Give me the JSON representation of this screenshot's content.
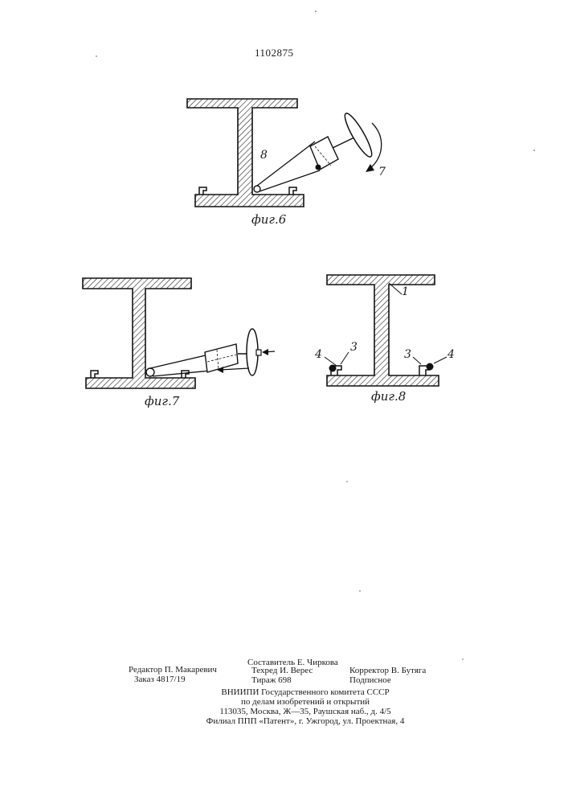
{
  "patent_number": "1102875",
  "figures": {
    "fig6": {
      "label": "фиг.6",
      "marks": {
        "part8": "8",
        "arrow7": "7"
      }
    },
    "fig7": {
      "label": "фиг.7"
    },
    "fig8": {
      "label": "фиг.8",
      "marks": {
        "p1": "1",
        "p3a": "3",
        "p3b": "3",
        "p4a": "4",
        "p4b": "4"
      }
    }
  },
  "credits": {
    "compiler": "Составитель Е. Чиркова",
    "editor": "Редактор П. Макаревич",
    "techred": "Техред И. Верес",
    "corrector": "Корректор В. Бутяга",
    "order": "Заказ 4817/19",
    "circulation": "Тираж 698",
    "subscription": "Подписное"
  },
  "publisher": {
    "line1": "ВНИИПИ Государственного комитета СССР",
    "line2": "по делам изобретений и открытий",
    "line3": "113035, Москва, Ж—35, Раушская наб., д. 4/5",
    "line4": "Филиал ППП «Патент», г. Ужгород, ул. Проектная, 4"
  }
}
